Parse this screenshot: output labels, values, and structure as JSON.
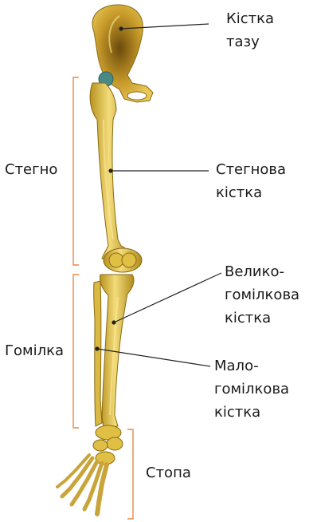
{
  "labels": {
    "pelvis": [
      "Кістка",
      "тазу"
    ],
    "thigh": "Стегно",
    "femur": [
      "Стегнова",
      "кістка"
    ],
    "shin": "Гомілка",
    "tibia": [
      "Велико-",
      "гомілкова",
      "кістка"
    ],
    "fibula": [
      "Мало-",
      "гомілкова",
      "кістка"
    ],
    "foot": "Стопа"
  },
  "colors": {
    "bone": "#e0bf45",
    "bone_light": "#f3dc7a",
    "bone_dark": "#a8851c",
    "bone_outline": "#8a6a12",
    "bracket": "#e8894a",
    "leader": "#222222",
    "cartilage": "#4a8a86"
  }
}
